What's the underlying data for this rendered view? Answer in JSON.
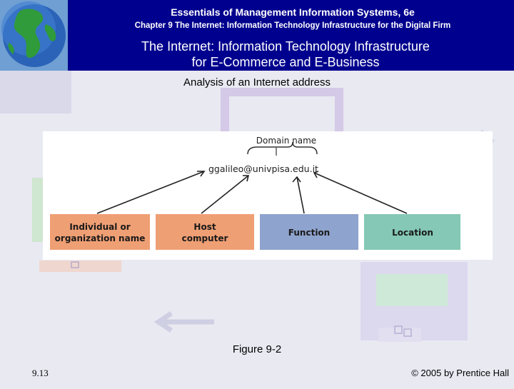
{
  "header": {
    "title": "Essentials of Management Information Systems, 6e",
    "chapter": "Chapter 9 The Internet: Information Technology Infrastructure for the Digital Firm",
    "section_line1": "The Internet: Information Technology Infrastructure",
    "section_line2": "for E-Commerce and E-Business",
    "logo": "globe-icon"
  },
  "slide": {
    "subtitle": "Analysis of an Internet address",
    "caption": "Figure 9-2",
    "page_number": "9.13",
    "copyright": "© 2005 by Prentice Hall"
  },
  "diagram": {
    "domain_label": "Domain name",
    "address": "ggalileo@univpisa.edu.it",
    "parts": [
      {
        "line1": "Individual or",
        "line2": "organization name",
        "color": "#ef9f74"
      },
      {
        "line1": "Host",
        "line2": "computer",
        "color": "#ef9f74"
      },
      {
        "line1": "Function",
        "line2": "",
        "color": "#8ea3cd"
      },
      {
        "line1": "Location",
        "line2": "",
        "color": "#84c8b5"
      }
    ]
  },
  "colors": {
    "header_bg": "#00008e",
    "slide_bg": "#e9e9f2"
  }
}
